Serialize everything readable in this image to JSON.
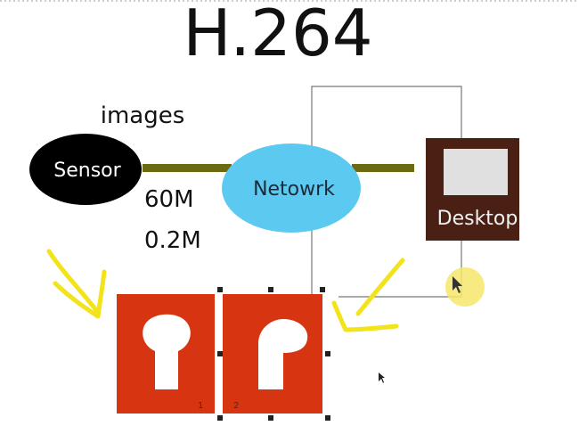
{
  "title": "H.264",
  "images_label": "images",
  "nodes": {
    "sensor": "Sensor",
    "network": "Netowrk",
    "desktop": "Desktop"
  },
  "rates": {
    "raw": "60M",
    "compressed": "0.2M"
  },
  "page_numbers": {
    "first": "1",
    "second": "2"
  },
  "colors": {
    "link": "#6b6a10",
    "sensor_fill": "#000000",
    "network_fill": "#5cc9f0",
    "desktop_frame": "#4a1f14",
    "desktop_screen": "#e0e0e0",
    "frame_fill": "#d73511",
    "annotation": "#f2e31a",
    "cursor_highlight": "#f5e66a"
  },
  "icons": [
    "keyhole-icon",
    "cursor-icon",
    "resize-handle-icon"
  ]
}
